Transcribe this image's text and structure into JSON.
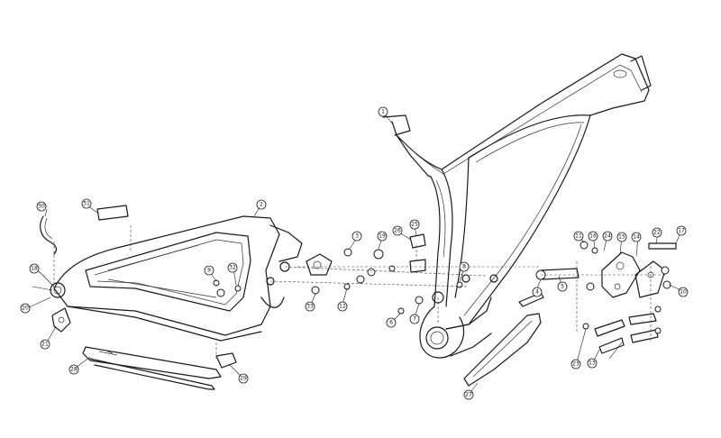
{
  "diagram": {
    "callouts": [
      {
        "label": "1"
      },
      {
        "label": "2"
      },
      {
        "label": "3"
      },
      {
        "label": "4"
      },
      {
        "label": "5"
      },
      {
        "label": "6"
      },
      {
        "label": "7"
      },
      {
        "label": "8"
      },
      {
        "label": "9"
      },
      {
        "label": "10"
      },
      {
        "label": "11"
      },
      {
        "label": "12"
      },
      {
        "label": "13"
      },
      {
        "label": "14"
      },
      {
        "label": "15"
      },
      {
        "label": "16"
      },
      {
        "label": "17"
      },
      {
        "label": "18"
      },
      {
        "label": "19"
      },
      {
        "label": "20"
      },
      {
        "label": "21"
      },
      {
        "label": "22"
      },
      {
        "label": "23"
      },
      {
        "label": "24"
      },
      {
        "label": "25"
      },
      {
        "label": "26"
      },
      {
        "label": "27"
      },
      {
        "label": "28"
      },
      {
        "label": "29"
      },
      {
        "label": "30"
      },
      {
        "label": "31"
      },
      {
        "label": "32"
      },
      {
        "label": "33"
      }
    ]
  }
}
